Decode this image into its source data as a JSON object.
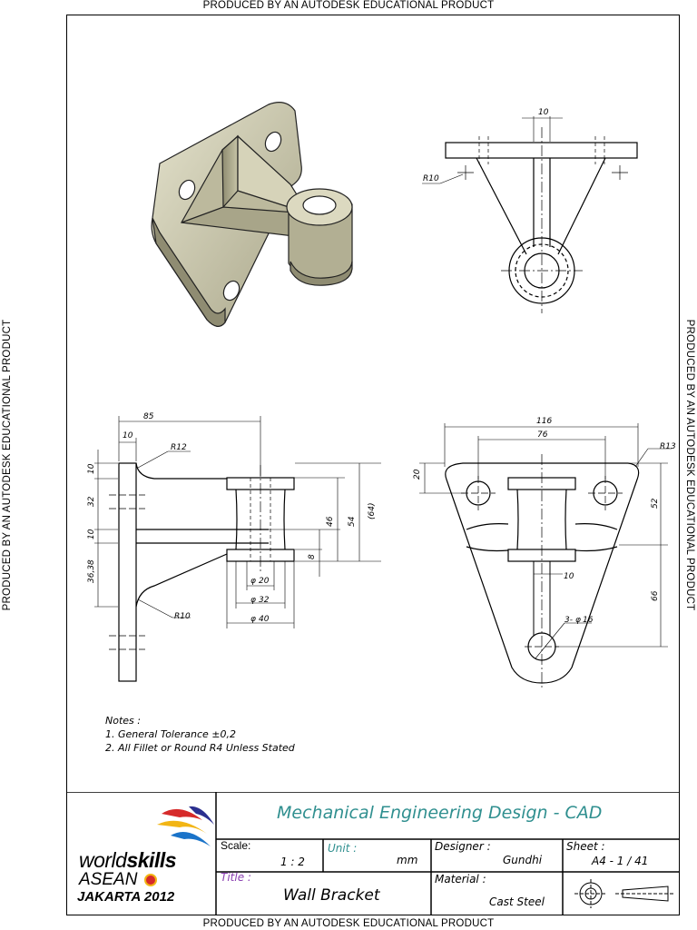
{
  "watermark": "PRODUCED BY AN AUTODESK EDUCATIONAL PRODUCT",
  "dimensions": {
    "top_view": {
      "width": "10",
      "radius": "R10"
    },
    "side_view": {
      "overall": "85",
      "flange": "10",
      "fillet_top": "R12",
      "fillet_bottom": "R10",
      "v1": "10",
      "v2": "32",
      "v3": "10",
      "v4": "36,38",
      "h46": "46",
      "h54": "54",
      "h64": "(64)",
      "h8": "8",
      "d20": "20",
      "d32": "32",
      "d40": "40"
    },
    "front_view": {
      "width": "116",
      "spacing": "76",
      "radius": "R13",
      "top": "20",
      "h52": "52",
      "h66": "66",
      "w10": "10",
      "holes": "3-",
      "holes_d": "16"
    }
  },
  "notes": {
    "heading": "Notes :",
    "line1": "1. General Tolerance ±0,2",
    "line2": "2. All Fillet or Round R4 Unless Stated"
  },
  "title_block": {
    "logo": {
      "line1a": "world",
      "line1b": "skills",
      "line2": "ASEAN",
      "line3": "JAKARTA 2012"
    },
    "headline": "Mechanical Engineering Design - CAD",
    "scale_label": "Scale:",
    "scale_value": "1 : 2",
    "unit_label": "Unit :",
    "unit_value": "mm",
    "designer_label": "Designer :",
    "designer_value": "Gundhi",
    "sheet_label": "Sheet :",
    "sheet_value": "A4 - 1 / 41",
    "title_label": "Title :",
    "title_value": "Wall Bracket",
    "material_label": "Material :",
    "material_value": "Cast Steel"
  },
  "colors": {
    "teal": "#2f8f8f",
    "purple": "#8a3fb0",
    "model": "#c9c6a8"
  }
}
